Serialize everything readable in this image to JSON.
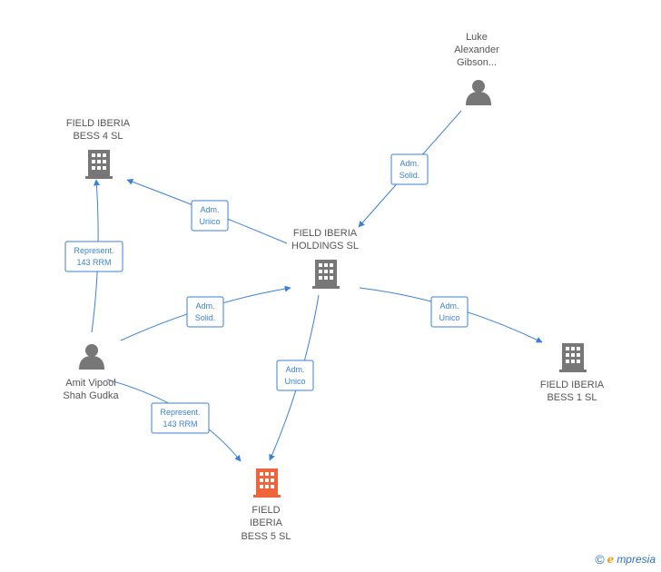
{
  "nodes": {
    "luke": {
      "lines": [
        "Luke",
        "Alexander",
        "Gibson..."
      ],
      "kind": "person"
    },
    "bess4": {
      "lines": [
        "FIELD IBERIA",
        "BESS 4  SL"
      ],
      "kind": "company"
    },
    "holdings": {
      "lines": [
        "FIELD IBERIA",
        "HOLDINGS  SL"
      ],
      "kind": "company"
    },
    "bess1": {
      "lines": [
        "FIELD IBERIA",
        "BESS 1  SL"
      ],
      "kind": "company"
    },
    "amit": {
      "lines": [
        "Amit Vipool",
        "Shah Gudka"
      ],
      "kind": "person"
    },
    "bess5": {
      "lines": [
        "FIELD",
        "IBERIA",
        "BESS 5  SL"
      ],
      "kind": "company",
      "highlight": true
    }
  },
  "edges": {
    "luke_holdings": [
      "Adm.",
      "Solid."
    ],
    "holdings_bess4": [
      "Adm.",
      "Unico"
    ],
    "amit_bess4": [
      "Represent.",
      "143 RRM"
    ],
    "amit_holdings": [
      "Adm.",
      "Solid."
    ],
    "holdings_bess1": [
      "Adm.",
      "Unico"
    ],
    "holdings_bess5": [
      "Adm.",
      "Unico"
    ],
    "amit_bess5": [
      "Represent.",
      "143 RRM"
    ]
  },
  "colors": {
    "edge": "#3b82d6",
    "node": "#777777",
    "highlight": "#f0643c"
  },
  "brand": {
    "copyright": "©",
    "e": "e",
    "rest": "mpresia"
  }
}
